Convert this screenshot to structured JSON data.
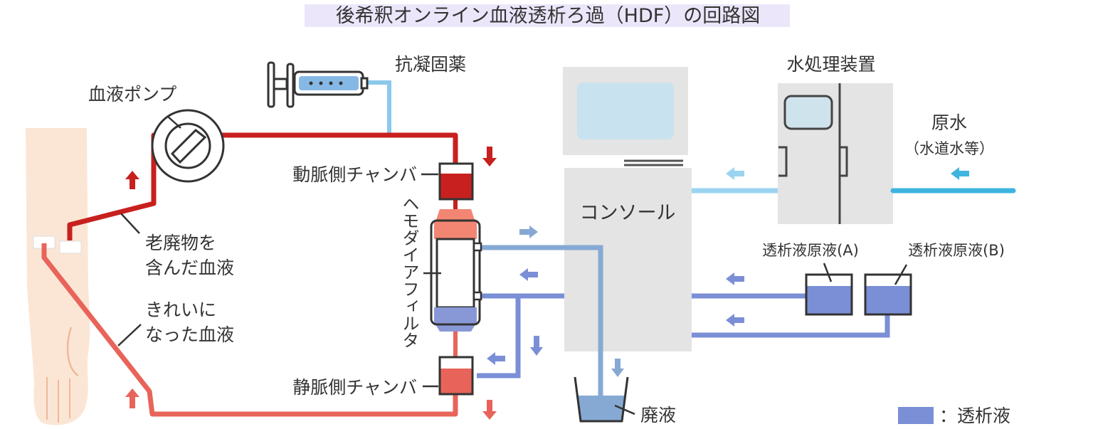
{
  "title": "後希釈オンライン血液透析ろ過（HDF）の回路図",
  "labels": {
    "blood_pump": "血液ポンプ",
    "anticoagulant": "抗凝固薬",
    "arterial_chamber": "動脈側チャンバ",
    "hemodiafilter": "ヘモダイアフィルタ",
    "venous_chamber": "静脈側チャンバ",
    "waste_blood_1": "老廃物を",
    "waste_blood_2": "含んだ血液",
    "clean_blood_1": "きれいに",
    "clean_blood_2": "なった血液",
    "console": "コンソール",
    "water_treatment": "水処理装置",
    "raw_water": "原水",
    "raw_water_note": "（水道水等）",
    "concentrate_a": "透析液原液(A)",
    "concentrate_b": "透析液原液(B)",
    "waste_liquid": "廃液"
  },
  "legend": {
    "label": "：透析液"
  },
  "colors": {
    "blood_dirty": "#c8201e",
    "blood_clean": "#e8645a",
    "dialysate": "#7a8fd6",
    "used_dialysate": "#86a9d4",
    "water": "#3eb4de",
    "pure_water": "#9ad4f0",
    "anticoagulant_line": "#8cc8ec",
    "equipment": "#e4e4e4",
    "title_highlight": "#ece6fa",
    "skin": "#fbe6d6"
  }
}
